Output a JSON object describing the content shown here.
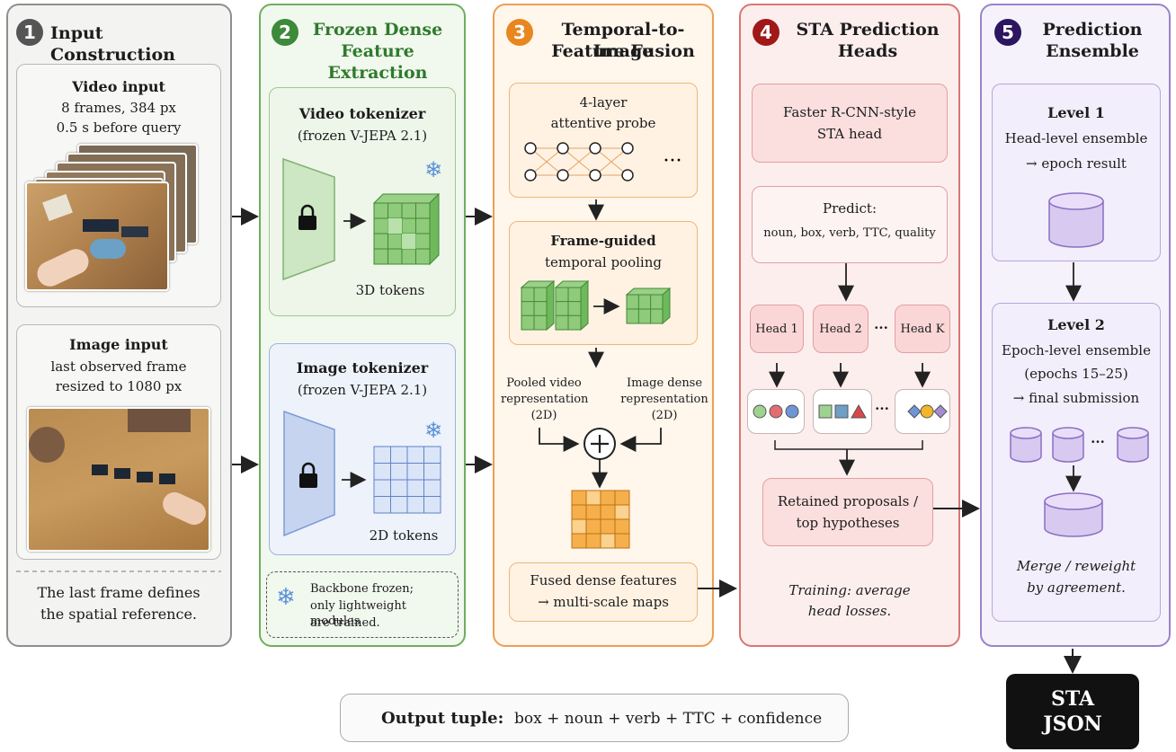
{
  "panels": [
    {
      "number": "1",
      "title_line1": "Input Construction",
      "title_line2": ""
    },
    {
      "number": "2",
      "title_line1": "Frozen Dense",
      "title_line2": "Feature Extraction"
    },
    {
      "number": "3",
      "title_line1": "Temporal-to-Image",
      "title_line2": "Feature Fusion"
    },
    {
      "number": "4",
      "title_line1": "STA Prediction",
      "title_line2": "Heads"
    },
    {
      "number": "5",
      "title_line1": "Prediction",
      "title_line2": "Ensemble"
    }
  ],
  "input": {
    "video_title": "Video input",
    "video_l1": "8 frames, 384 px",
    "video_l2": "0.5 s before query",
    "image_title": "Image input",
    "image_l1": "last observed frame",
    "image_l2": "resized to 1080 px",
    "note_l1": "The last frame defines",
    "note_l2": "the spatial reference."
  },
  "extraction": {
    "video_title": "Video tokenizer",
    "video_sub": "(frozen V-JEPA 2.1)",
    "video_tokens": "3D tokens",
    "image_title": "Image tokenizer",
    "image_sub": "(frozen V-JEPA 2.1)",
    "image_tokens": "2D tokens",
    "note_l1": "Backbone frozen;",
    "note_l2": "only lightweight modules",
    "note_l3": "are trained."
  },
  "fusion": {
    "probe_l1": "4-layer",
    "probe_l2": "attentive probe",
    "pool_l1": "Frame-guided",
    "pool_l2": "temporal pooling",
    "pooled_l1": "Pooled video",
    "pooled_l2": "representation",
    "pooled_l3": "(2D)",
    "dense_l1": "Image dense",
    "dense_l2": "representation",
    "dense_l3": "(2D)",
    "fused_l1": "Fused dense features",
    "fused_l2": "→ multi-scale maps"
  },
  "heads": {
    "head_box_l1": "Faster R-CNN-style",
    "head_box_l2": "STA head",
    "predict_title": "Predict:",
    "predict_items": "noun, box, verb, TTC, quality",
    "head1": "Head 1",
    "head2": "Head 2",
    "headk": "Head K",
    "ellipsis": "···",
    "retained_l1": "Retained proposals /",
    "retained_l2": "top hypotheses",
    "training_l1": "Training: average",
    "training_l2": "head losses."
  },
  "ensemble": {
    "level1_title": "Level 1",
    "level1_l1": "Head-level ensemble",
    "level1_l2": "→ epoch result",
    "level2_title": "Level 2",
    "level2_l1": "Epoch-level ensemble",
    "level2_l2": "(epochs 15–25)",
    "level2_l3": "→ final submission",
    "merge_l1": "Merge / reweight",
    "merge_l2": "by agreement."
  },
  "output": {
    "label": "Output tuple:",
    "value": "box + noun + verb + TTC + confidence",
    "json_l1": "STA",
    "json_l2": "JSON"
  },
  "colors": {
    "green": "#6fae5f",
    "blue": "#7c9bd6",
    "orange": "#ec9f52",
    "red": "#d87676",
    "purple": "#9a83c9",
    "dark": "#222222"
  }
}
